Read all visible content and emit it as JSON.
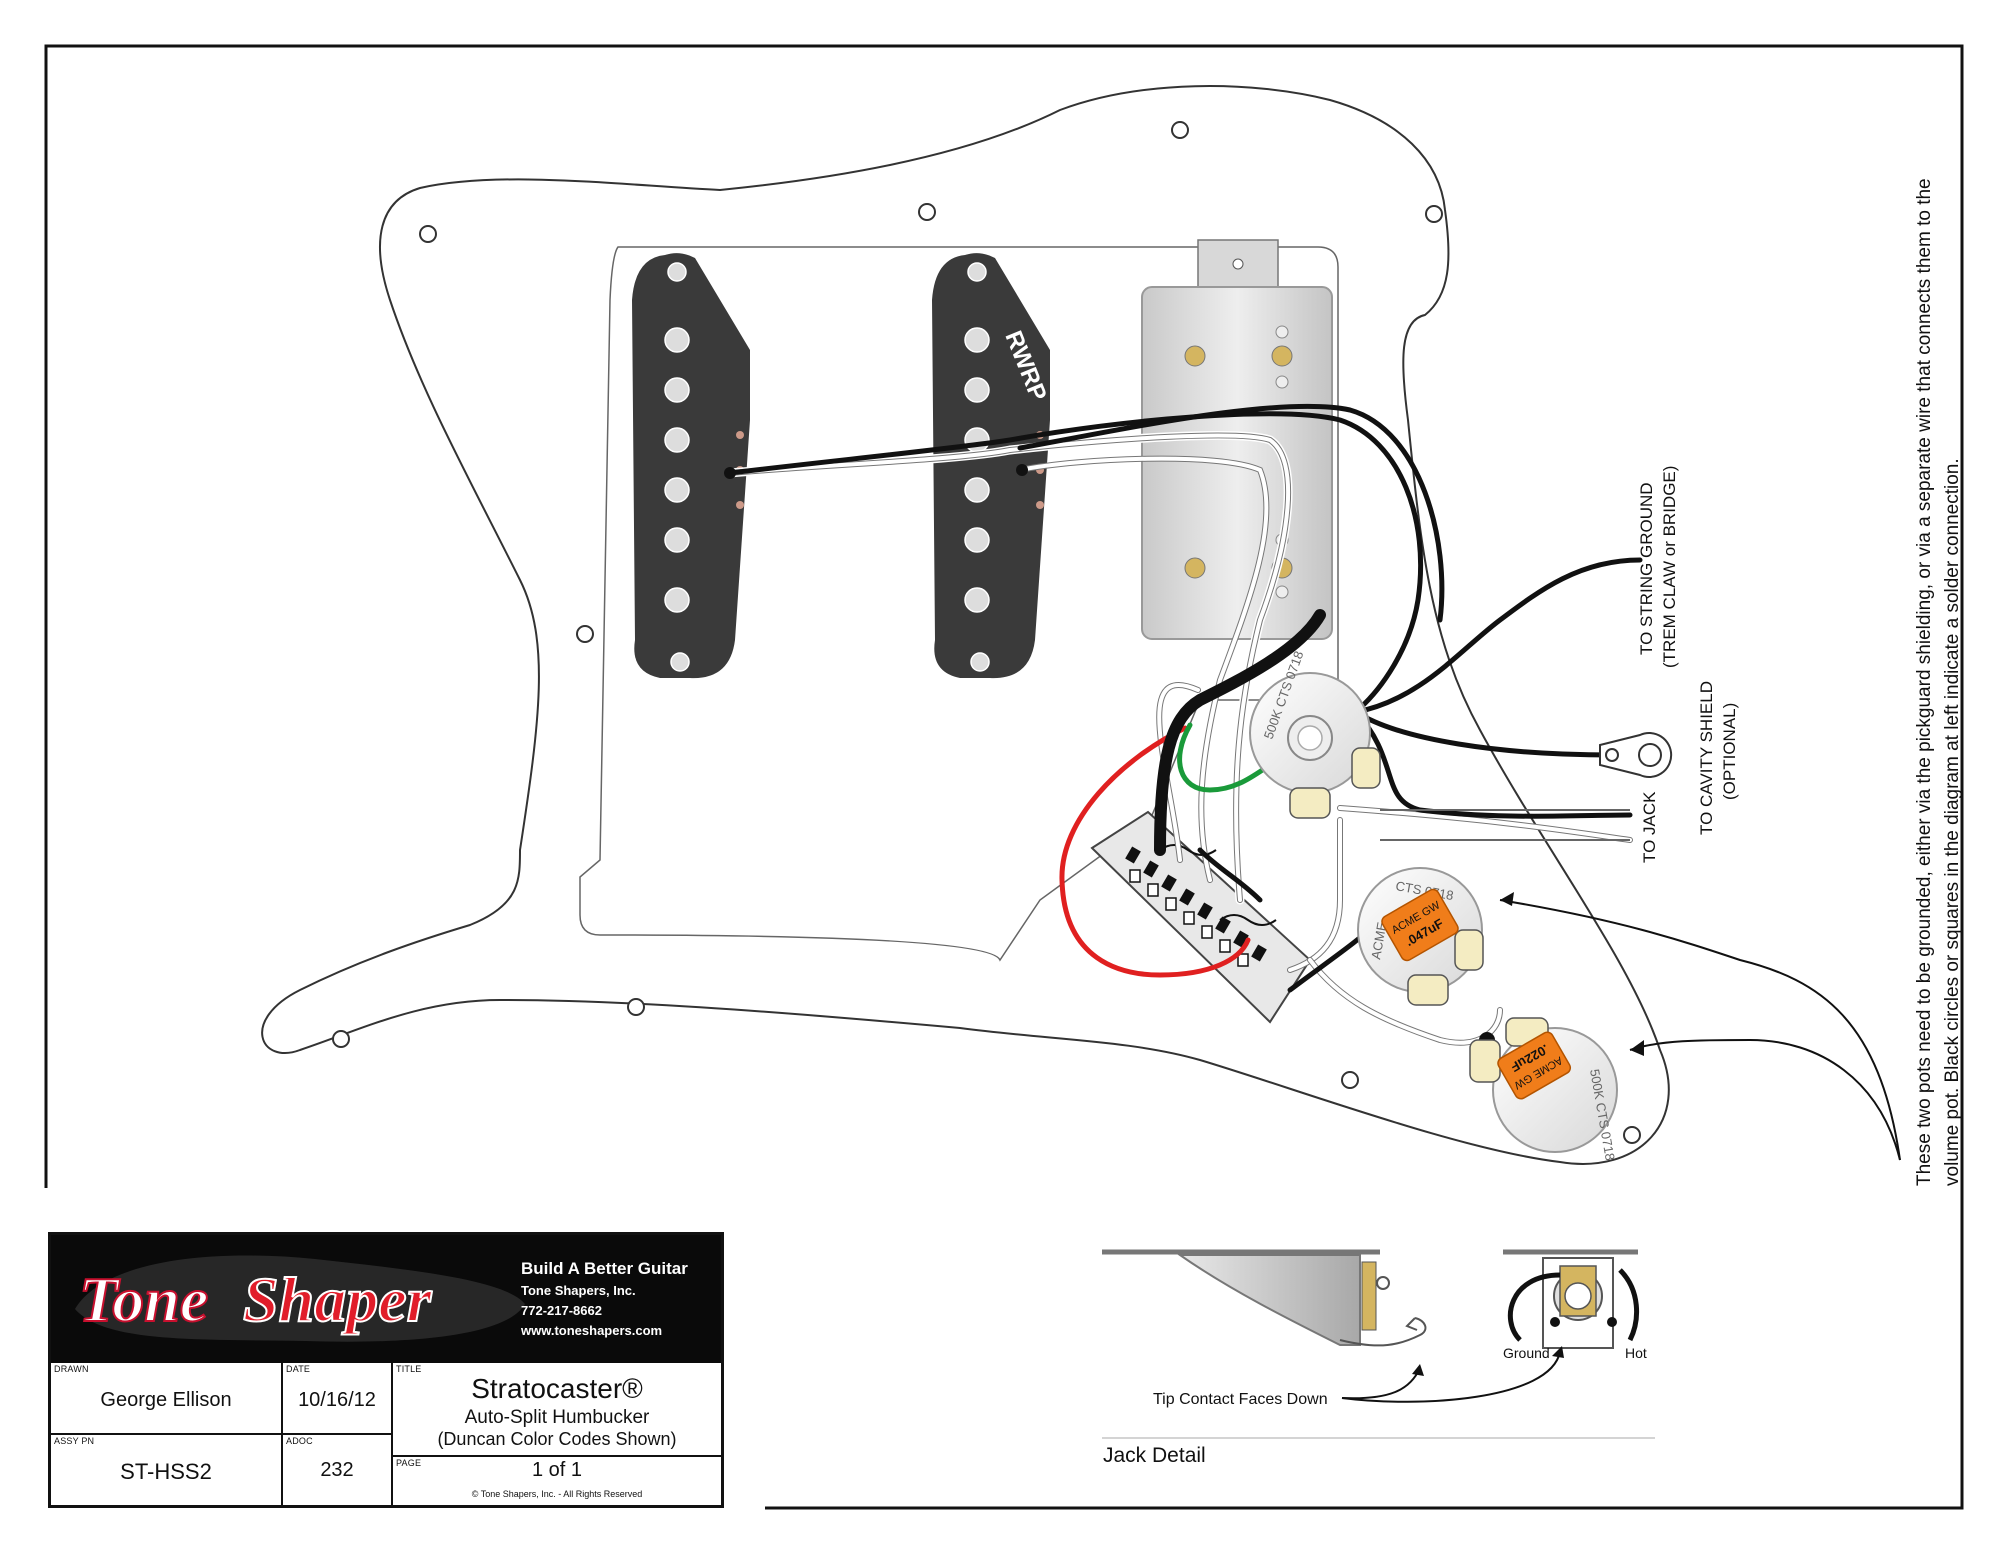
{
  "pickups": {
    "middle_label": "RWRP"
  },
  "pots": {
    "volume_print": "500K CTS 0718",
    "tone1_print": "CTS 0718",
    "tone2_print": "500K CTS 0718",
    "acme_label": "ACME"
  },
  "caps": {
    "cap1": [
      "ACME GW",
      ".047uF"
    ],
    "cap2": [
      "ACME GW",
      ".022uF"
    ]
  },
  "labels": {
    "string_ground_1": "TO STRING GROUND",
    "string_ground_2": "(TREM CLAW or BRIDGE)",
    "cavity_shield_1": "TO CAVITY SHIELD",
    "cavity_shield_2": "(OPTIONAL)",
    "to_jack": "TO JACK",
    "side_note_1": "These two pots need to be grounded, either via the pickguard shielding, or via a separate wire that connects them to the",
    "side_note_2": "volume pot. Black circles or squares in the diagram at left indicate a solder connection."
  },
  "jack_detail": {
    "tip_note": "Tip Contact Faces Down",
    "ground": "Ground",
    "hot": "Hot",
    "title": "Jack Detail"
  },
  "title_block": {
    "logo": "ToneShaper",
    "tagline": "Build A Better Guitar",
    "company": "Tone Shapers, Inc.",
    "phone": "772-217-8662",
    "web": "www.toneshapers.com",
    "drawn_label": "DRAWN",
    "drawn": "George Ellison",
    "date_label": "DATE",
    "date": "10/16/12",
    "title_label": "TITLE",
    "title": "Stratocaster®",
    "subtitle1": "Auto-Split Humbucker",
    "subtitle2": "(Duncan Color Codes Shown)",
    "assy_label": "ASSY PN",
    "assy": "ST-HSS2",
    "adoc_label": "ADOC",
    "adoc": "232",
    "page_label": "PAGE",
    "page": "1 of 1",
    "copyright": "© Tone Shapers, Inc. - All Rights Reserved"
  },
  "colors": {
    "black_wire": "#111111",
    "red_wire": "#e02020",
    "green_wire": "#1a9a3a",
    "white_wire": "#ffffff",
    "cap_orange": "#f07d1a",
    "lug_cream": "#f4ecc2",
    "pickup_dark": "#3a3a3a"
  }
}
